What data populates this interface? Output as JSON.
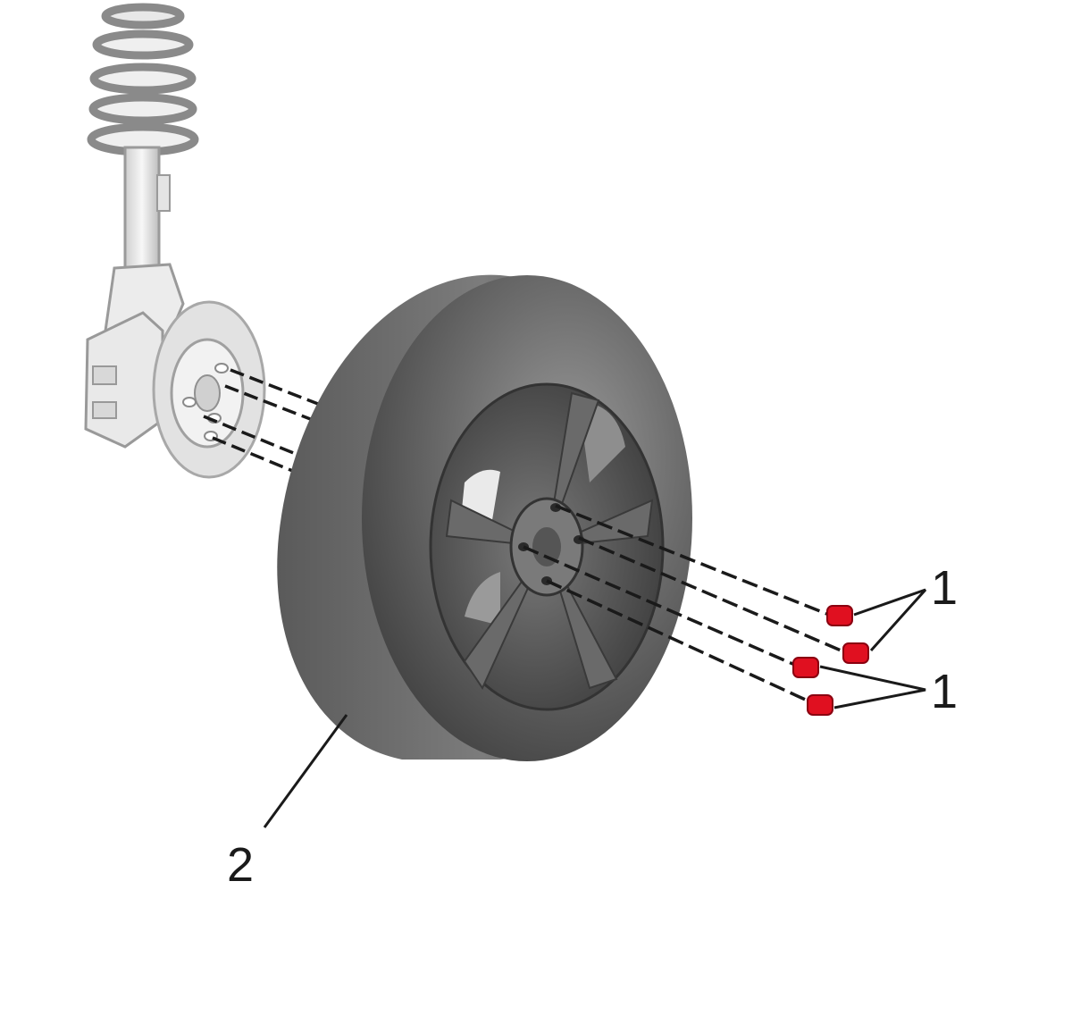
{
  "callouts": [
    {
      "id": "lug-nuts-upper",
      "label": "1"
    },
    {
      "id": "lug-nuts-lower",
      "label": "1"
    },
    {
      "id": "wheel",
      "label": "2"
    }
  ],
  "colors": {
    "tire_dark": "#4a4a4a",
    "tire_light": "#8a8a8a",
    "rim": "#5a5a5a",
    "nut": "#e01020",
    "line": "#1a1a1a",
    "hub_part": "#e6e6e6"
  }
}
